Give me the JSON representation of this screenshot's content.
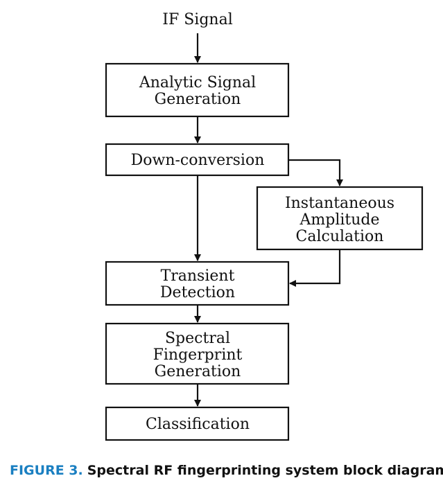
{
  "diagram": {
    "input_label": "IF Signal",
    "nodes": {
      "analytic": [
        "Analytic Signal",
        "Generation"
      ],
      "downconv": [
        "Down-conversion"
      ],
      "amplitude": [
        "Instantaneous",
        "Amplitude",
        "Calculation"
      ],
      "transient": [
        "Transient",
        "Detection"
      ],
      "spectral": [
        "Spectral",
        "Fingerprint",
        "Generation"
      ],
      "classification": [
        "Classification"
      ]
    }
  },
  "caption": {
    "label": "FIGURE 3.",
    "text": "Spectral RF fingerprinting system block diagram."
  },
  "colors": {
    "figure_label": "#1a7fc1",
    "ink": "#111111"
  }
}
